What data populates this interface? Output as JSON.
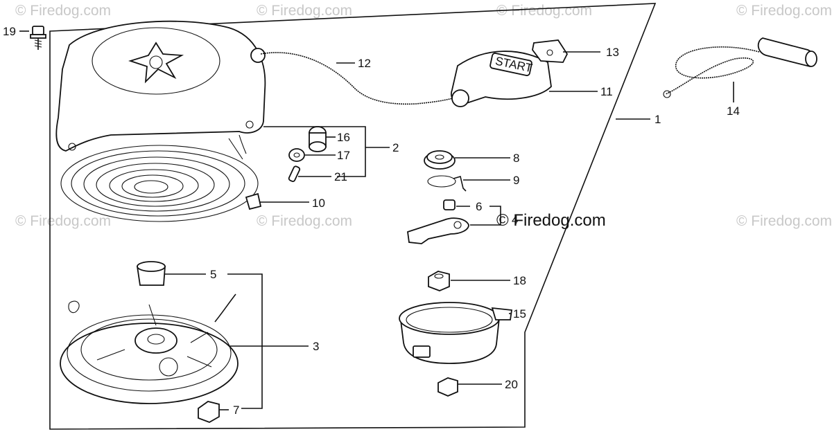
{
  "watermark": "© Firedog.com",
  "labels": {
    "p1": "1",
    "p2": "2",
    "p3": "3",
    "p4": "4",
    "p5": "5",
    "p6": "6",
    "p7": "7",
    "p8": "8",
    "p9": "9",
    "p10": "10",
    "p11": "11",
    "p12": "12",
    "p13": "13",
    "p14": "14",
    "p15": "15",
    "p16": "16",
    "p17": "17",
    "p18": "18",
    "p19": "19",
    "p20": "20",
    "p21": "21"
  },
  "handle_text": "START"
}
